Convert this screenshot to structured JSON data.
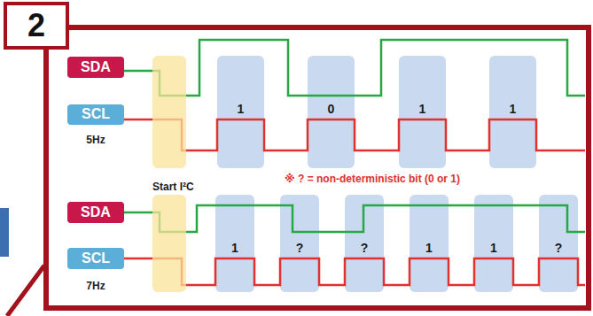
{
  "diagram": {
    "nodes": [
      {
        "text": [
          "2"
        ]
      },
      {
        "text": [
          "SDA"
        ]
      },
      {
        "text": [
          "SCL"
        ]
      },
      {
        "text": [
          "Start I²C"
        ]
      },
      {
        "text": [
          "1"
        ]
      },
      {
        "text": [
          "0"
        ]
      },
      {
        "text": [
          "1"
        ]
      },
      {
        "text": [
          "1"
        ]
      },
      {
        "text": [
          "SDA"
        ]
      },
      {
        "text": [
          "SCL"
        ]
      },
      {
        "text": [
          "1"
        ]
      },
      {
        "text": [
          "?"
        ]
      },
      {
        "text": [
          "?"
        ]
      },
      {
        "text": [
          "1"
        ]
      },
      {
        "text": [
          "1"
        ]
      },
      {
        "text": [
          "?"
        ]
      }
    ],
    "labels": [
      "5Hz",
      "※ ? = non-deterministic bit (0 or 1)",
      "7Hz"
    ]
  }
}
